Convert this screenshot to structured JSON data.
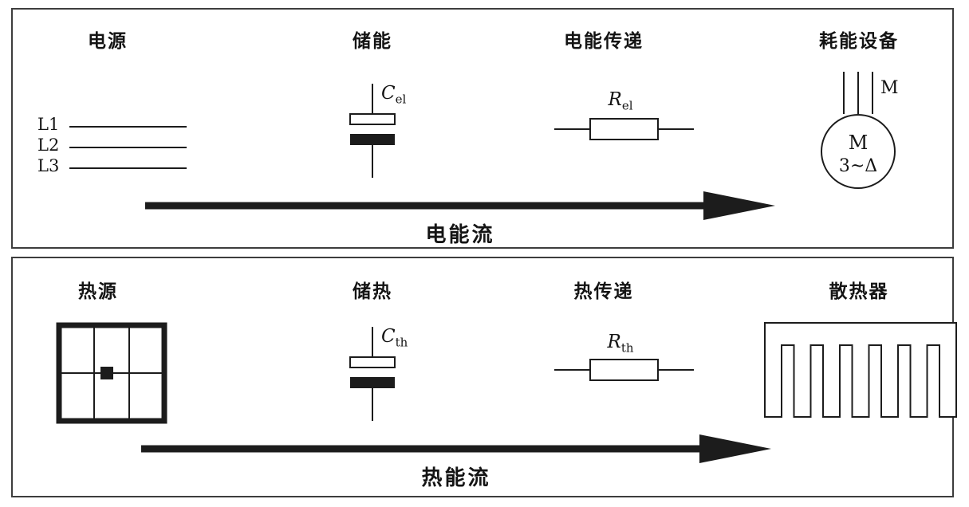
{
  "panels": {
    "electrical": {
      "headers": [
        "电源",
        "储能",
        "电能传递",
        "耗能设备"
      ],
      "phase_labels": [
        "L1",
        "L2",
        "L3"
      ],
      "capacitor_label": {
        "sym": "C",
        "sub": "el"
      },
      "resistor_label": {
        "sym": "R",
        "sub": "el"
      },
      "motor": {
        "circle_line1": "M",
        "circle_line2": "3~Δ",
        "terminal_label": "M"
      },
      "arrow_label": "电能流"
    },
    "thermal": {
      "headers": [
        "热源",
        "储热",
        "热传递",
        "散热器"
      ],
      "capacitor_label": {
        "sym": "C",
        "sub": "th"
      },
      "resistor_label": {
        "sym": "R",
        "sub": "th"
      },
      "arrow_label": "热能流"
    }
  },
  "colors": {
    "line": "#1c1c1c",
    "border": "#3d3d3d"
  }
}
